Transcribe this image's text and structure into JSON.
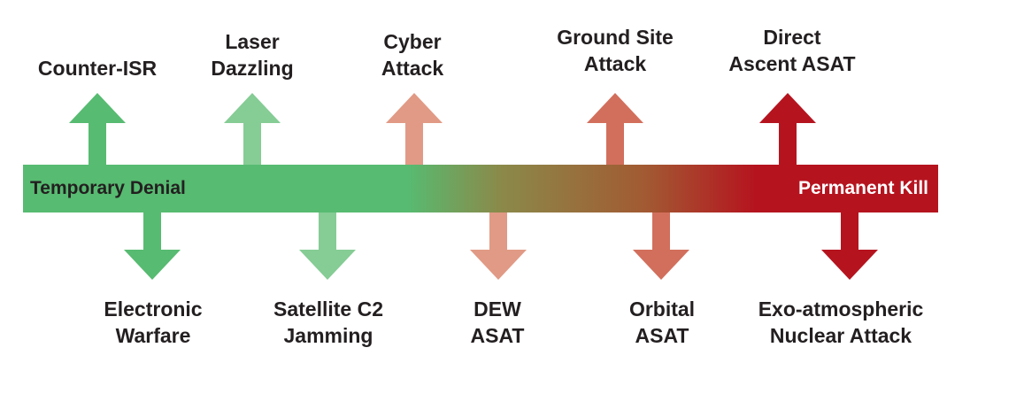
{
  "spectrum": {
    "left_label": "Temporary Denial",
    "right_label": "Permanent Kill",
    "left_label_color": "#231f20",
    "right_label_color": "#ffffff",
    "gradient_colors": [
      "#57bb71",
      "#57bb71",
      "#8a8a4a",
      "#a25a33",
      "#b5141f",
      "#b5141f"
    ]
  },
  "threats_above": [
    {
      "lines": [
        "Counter-ISR"
      ],
      "color": "#57bb71"
    },
    {
      "lines": [
        "Laser",
        "Dazzling"
      ],
      "color": "#85cc95"
    },
    {
      "lines": [
        "Cyber",
        "Attack"
      ],
      "color": "#e19a85"
    },
    {
      "lines": [
        "Ground Site",
        "Attack"
      ],
      "color": "#d26f5c"
    },
    {
      "lines": [
        "Direct",
        "Ascent ASAT"
      ],
      "color": "#b5141f"
    }
  ],
  "threats_below": [
    {
      "lines": [
        "Electronic",
        "Warfare"
      ],
      "color": "#57bb71"
    },
    {
      "lines": [
        "Satellite C2",
        "Jamming"
      ],
      "color": "#85cc95"
    },
    {
      "lines": [
        "DEW",
        "ASAT"
      ],
      "color": "#e19a85"
    },
    {
      "lines": [
        "Orbital",
        "ASAT"
      ],
      "color": "#d26f5c"
    },
    {
      "lines": [
        "Exo-atmospheric",
        "Nuclear Attack"
      ],
      "color": "#b5141f"
    }
  ]
}
